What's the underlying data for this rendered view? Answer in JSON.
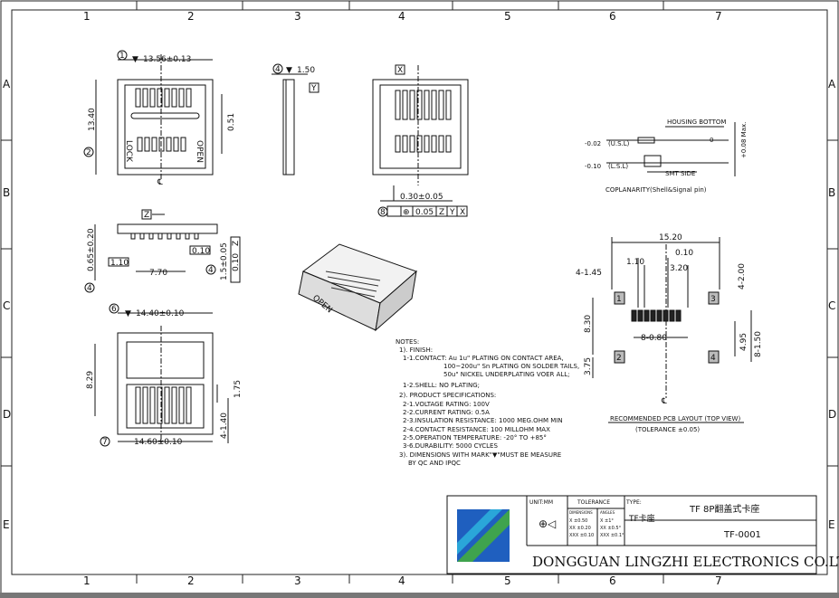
{
  "border": {
    "columns": [
      "1",
      "2",
      "3",
      "4",
      "5",
      "6",
      "7"
    ],
    "rows": [
      "A",
      "B",
      "C",
      "D",
      "E"
    ]
  },
  "top_view": {
    "callout": "1",
    "width": "13.56±0.13",
    "height": "13.40",
    "height_callout": "2",
    "offset": "0.51",
    "label_lock": "LOCK",
    "label_open": "OPEN"
  },
  "side_view": {
    "callout": "4",
    "thickness": "1.50",
    "datum": "Y"
  },
  "bottom_view": {
    "datum_top": "X",
    "pitch": "0.30±0.05",
    "fcf_callout": "8",
    "fcf": [
      "⊕",
      "0.05",
      "Z",
      "Y",
      "X"
    ]
  },
  "front_view": {
    "datum": "Z",
    "dims": [
      "0.65±0.20",
      "1.5±0.05",
      "0.10",
      "7.70",
      "1.10"
    ],
    "fcf": [
      "0.10",
      "Z",
      "0.10",
      "Z"
    ],
    "callouts": [
      "4",
      "4"
    ]
  },
  "open_view": {
    "callout_width": "6",
    "width_top": "14.40±0.10",
    "callout_bottom": "7",
    "width_bottom": "14.60±0.10",
    "dim_left": "8.29",
    "dim_right": "1.75",
    "dim_right2": "4-1.40"
  },
  "coplanarity": {
    "housing_bottom": "HOUSING BOTTOM",
    "usl": "-0.02",
    "usl_label": "(U.S.L)",
    "lsl": "-0.10",
    "lsl_label": "(L.S.L)",
    "zero": "0",
    "max": "+0.08 Max.",
    "smt_side": "SMT SIDE",
    "caption": "COPLANARITY(Shell&Signal pin)"
  },
  "iso_view": {
    "label": "OPEN"
  },
  "notes": {
    "header": "NOTES:",
    "lines": [
      "1). FINISH:",
      "1-1.CONTACT: Au 1u\" PLATING ON CONTACT AREA,",
      "100~200u\" Sn PLATING ON SOLDER TAILS,",
      "50u\" NICKEL UNDERPLATING VOER ALL;",
      "1-2.SHELL: NO PLATING;",
      "2). PRODUCT SPECIFICATIONS:",
      "2-1.VOLTAGE RATING: 100V",
      "2-2.CURRENT RATING: 0.5A",
      "2-3.INSULATION RESISTANCE: 1000 MEG.OHM MIN",
      "2-4.CONTACT RESISTANCE: 100 MILLOHM MAX",
      "2-5.OPERATION TEMPERATURE: -20° TO +85°",
      "3-6.DURABILITY: 5000 CYCLES",
      "3). DIMENSIONS WITH MARK\"▼\"MUST BE MEASURE",
      "BY QC AND IPQC"
    ]
  },
  "pcb_layout": {
    "width": "15.20",
    "d1": "1.10",
    "d2": "0.10",
    "d3": "3.20",
    "d4": "4-1.45",
    "d5": "4-2.00",
    "d6": "8.30",
    "d7": "8-0.80",
    "d8": "3.75",
    "d9": "4.95",
    "d10": "8-1.50",
    "pads": [
      "1",
      "2",
      "3",
      "4"
    ],
    "caption": "RECOMMENDED PCB LAYOUT (TOP VIEW)",
    "tolerance": "(TOLERANCE ±0.05)"
  },
  "title_block": {
    "unit": "UNIT:MM",
    "tolerance_header": "TOLERANCE",
    "dimension_header": "DIMENSIONS",
    "angles_header": "ANGLES",
    "tol_rows": [
      "X ±0.50",
      "XX ±0.20",
      "XXX ±0.10"
    ],
    "ang_rows": [
      "X ±1°",
      "XX ±0.5°",
      "XXX ±0.1°"
    ],
    "type_label": "TYPE:",
    "type_value": "TF卡座",
    "title": "TF 8P翻盖式卡座",
    "part_number": "TF-0001",
    "company": "DONGGUAN LINGZHI ELECTRONICS CO.LTD",
    "logo_colors": [
      "#1f5fbf",
      "#3fa34d",
      "#2aa6d9"
    ]
  }
}
